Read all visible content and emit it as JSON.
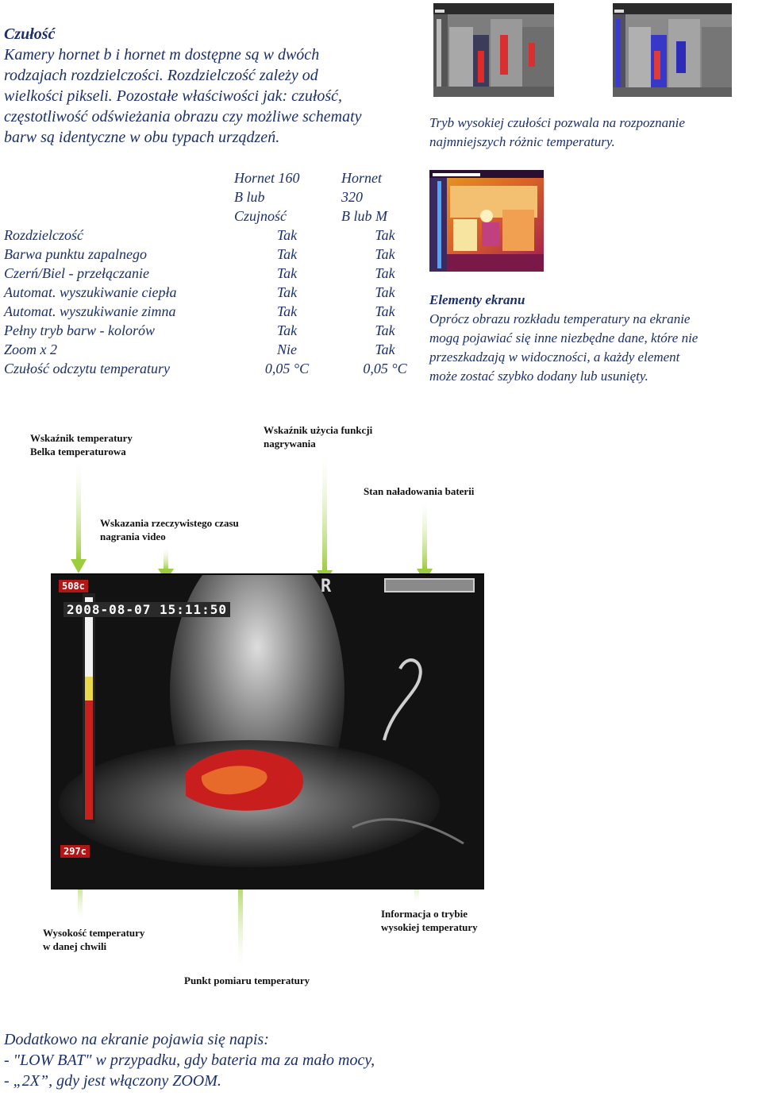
{
  "intro": {
    "heading": "Czułość",
    "lines": [
      "Kamery hornet b i hornet m dostępne są w dwóch",
      "rodzajach rozdzielczości. Rozdzielczość zależy od",
      "wielkości pikseli. Pozostałe właściwości jak: czułość,",
      "częstotliwość odświeżania obrazu czy możliwe schematy",
      "barw są identyczne w obu typach urządzeń."
    ]
  },
  "caption_sensitivity": {
    "lines": [
      "Tryb wysokiej czułości pozwala na rozpoznanie",
      "najmniejszych różnic temperatury."
    ]
  },
  "table": {
    "col2_header": [
      "Hornet 160",
      "B lub",
      "Czujność"
    ],
    "col3_header": [
      "Hornet",
      "320",
      "B lub M"
    ],
    "rows": [
      {
        "feature": "Rozdzielczość",
        "h160": "Tak",
        "h320": "Tak"
      },
      {
        "feature": "Barwa punktu zapalnego",
        "h160": "Tak",
        "h320": "Tak"
      },
      {
        "feature": "Czerń/Biel - przełączanie",
        "h160": "Tak",
        "h320": "Tak"
      },
      {
        "feature": "Automat. wyszukiwanie ciepła",
        "h160": "Tak",
        "h320": "Tak"
      },
      {
        "feature": "Automat. wyszukiwanie zimna",
        "h160": "Tak",
        "h320": "Tak"
      },
      {
        "feature": "Pełny tryb barw - kolorów",
        "h160": "Tak",
        "h320": "Tak"
      },
      {
        "feature": "Zoom x 2",
        "h160": "Nie",
        "h320": "Tak"
      },
      {
        "feature": "Czułość odczytu temperatury",
        "h160": "0,05 °C",
        "h320": "0,05 °C"
      }
    ]
  },
  "screen_elements": {
    "heading": "Elementy ekranu",
    "lines": [
      "Oprócz obrazu rozkładu temperatury na ekranie",
      "mogą pojawiać się inne niezbędne dane, które nie",
      "przeszkadzają w widoczności, a każdy element",
      "może zostać szybko dodany lub usunięty."
    ]
  },
  "annotations": {
    "temp_indicator": [
      "Wskaźnik temperatury",
      "Belka temperaturowa"
    ],
    "recording_indicator": [
      "Wskaźnik użycia funkcji",
      "nagrywania"
    ],
    "battery": [
      "Stan naładowania baterii"
    ],
    "realtime": [
      "Wskazania rzeczywistego czasu",
      "nagrania video"
    ],
    "high_sens_info": [
      "Informacja o trybie",
      "wysokiej temperatury"
    ],
    "current_temp": [
      "Wysokość temperatury",
      "w danej chwili"
    ],
    "measure_point": [
      "Punkt pomiaru temperatury"
    ]
  },
  "thermal_screen": {
    "top_temp": "508c",
    "bottom_temp": "297c",
    "timestamp": "2008-08-07 15:11:50",
    "rec_marker": "R"
  },
  "bottom_note": {
    "lines": [
      "Dodatkowo na ekranie pojawia się napis:",
      "- \"LOW BAT\" w przypadku, gdy bateria ma za mało mocy,",
      "- „2X”, gdy jest włączony ZOOM."
    ]
  },
  "colors": {
    "text": "#1b2f6b",
    "arrow": "#9bcd3c",
    "scale_red": "#c8201c",
    "scale_yellow": "#e8d84a"
  }
}
